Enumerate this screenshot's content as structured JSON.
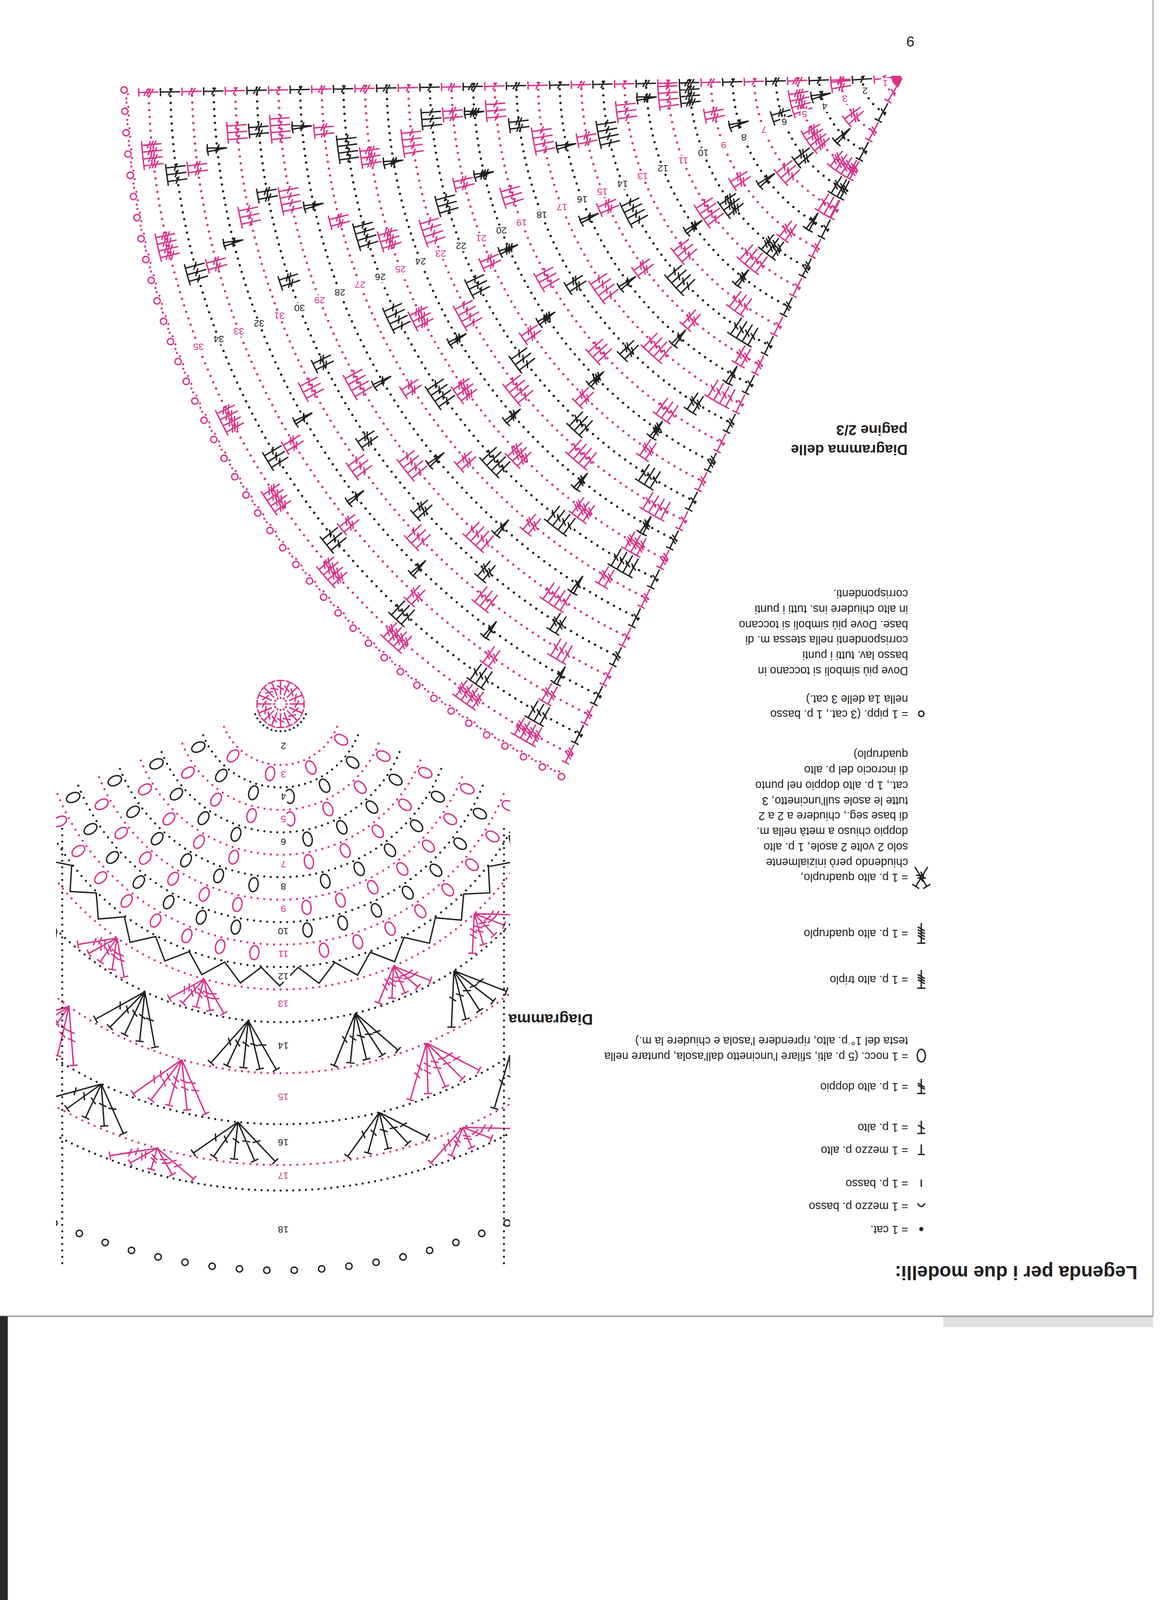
{
  "diagram": {
    "labels": [
      "Diagramma delle pagine 2/3",
      "9",
      "1",
      "2",
      "3",
      "4",
      "5",
      "6",
      "7",
      "8",
      "9",
      "10",
      "11",
      "12",
      "13",
      "14",
      "15",
      "16",
      "17",
      "18",
      "19",
      "20",
      "21",
      "22",
      "23",
      "24",
      "25",
      "26",
      "27",
      "28",
      "29",
      "30",
      "31",
      "32",
      "33",
      "34",
      "35",
      "Dove più simboli si toccano in basso lav. tutti i punti corrispondenti nella stessa m. di base. Dove più simboli si toccano in alto chiudere ins. tutti i punti corrispondenti.",
      "Diagramma",
      "2",
      "3",
      "4",
      "5",
      "6",
      "7",
      "8",
      "9",
      "10",
      "11",
      "12",
      "13",
      "14",
      "15",
      "16",
      "17",
      "18",
      "Legenda per i due modelli:"
    ],
    "legend": [
      {
        "text": "= 1 cat."
      },
      {
        "text": "= 1 mezzo p. basso"
      },
      {
        "text": "= 1 p. basso"
      },
      {
        "text": "= 1 mezzo p. alto"
      },
      {
        "text": "= 1 p. alto"
      },
      {
        "text": "= 1 p. alto doppio"
      },
      {
        "text": "= 1 nocc. (5 p. alti, sfilare l'uncinetto dall'asola, puntare nella testa del 1° p. alto, riprendere l'asola e chiudere la m.)"
      },
      {
        "text": "= 1 p. alto triplo"
      },
      {
        "text": "= 1 p. alto quadruplo"
      },
      {
        "text": "= 1 p. alto quadruplo, chiudendo però inizialmente solo 2 volte 2 asole, 1 p. alto doppio chiuso a metà nella m. di base seg., chiudere a 2 a 2 tutte le asole sull'uncinetto, 3 cat., 1 p. alto doppio nel punto di incrocio del p. alto quadruplo)"
      },
      {
        "text": "= 1 pipp. (3 cat., 1 p. basso nella 1a delle 3 cat.)"
      }
    ]
  }
}
